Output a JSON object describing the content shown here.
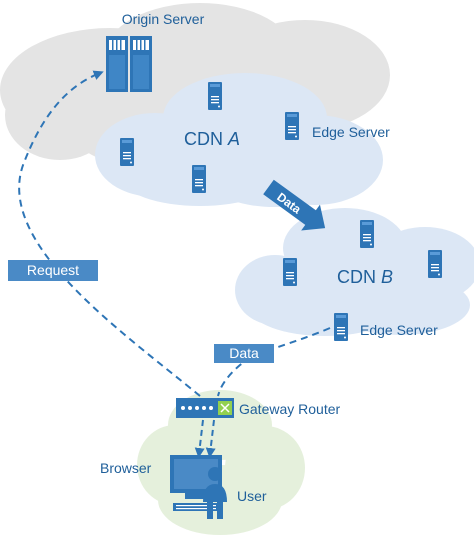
{
  "diagram": {
    "origin_server": {
      "label": "Origin Server"
    },
    "cdn_a": {
      "name": "CDN",
      "letter": "A",
      "edge_label": "Edge Server"
    },
    "cdn_b": {
      "name": "CDN",
      "letter": "B",
      "edge_label": "Edge Server"
    },
    "request_tag": "Request",
    "data_arrow": "Data",
    "data_tag": "Data",
    "gateway_router": {
      "label": "Gateway Router"
    },
    "browser": {
      "label": "Browser"
    },
    "user": {
      "label": "User"
    }
  },
  "colors": {
    "cloud_gray": "#e4e4e4",
    "cloud_blue": "#dce7f5",
    "cloud_green": "#e5f0dc",
    "server_blue": "#2e75b6",
    "text_blue": "#1f5f9a",
    "arrow_blue": "#2e75b6",
    "label_fill": "#4a8ac6",
    "router_green": "#92d050"
  }
}
